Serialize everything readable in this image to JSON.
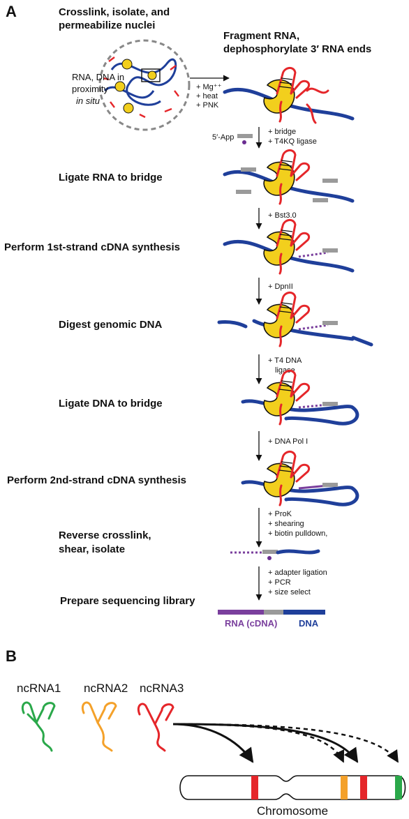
{
  "panel_a": {
    "label": "A",
    "top_left_title_line1": "Crosslink, isolate, and",
    "top_left_title_line2": "permeabilize nuclei",
    "top_right_title_line1": "Fragment RNA,",
    "top_right_title_line2": "dephosphorylate 3′ RNA ends",
    "nucleus_caption_line1": "RNA, DNA in",
    "nucleus_caption_line2": "proximity",
    "nucleus_caption_line3": "in situ",
    "first_reagents": [
      "+ Mg⁺⁺",
      "+ heat",
      "+ PNK"
    ],
    "app_label": "5′-App",
    "steps": [
      {
        "title": "Ligate RNA to bridge",
        "reagents": [
          "+ bridge",
          "+ T4KQ ligase"
        ]
      },
      {
        "title": "Perform 1st-strand cDNA synthesis",
        "reagents": [
          "+ Bst3.0"
        ]
      },
      {
        "title": "Digest genomic DNA",
        "reagents": [
          "+ DpnII"
        ]
      },
      {
        "title": "Ligate DNA to bridge",
        "reagents": [
          "+ T4 DNA",
          "ligase"
        ]
      },
      {
        "title": "Perform 2nd-strand cDNA synthesis",
        "reagents": [
          "+ DNA Pol I"
        ]
      },
      {
        "title_line1": "Reverse crosslink,",
        "title_line2": "shear, isolate",
        "reagents": [
          "+ ProK",
          "+ shearing",
          "+ biotin pulldown,"
        ]
      },
      {
        "title": "Prepare sequencing library",
        "reagents": [
          "+ adapter ligation",
          "+ PCR",
          "+ size select"
        ]
      }
    ],
    "library_rna_label": "RNA (cDNA)",
    "library_dna_label": "DNA"
  },
  "panel_b": {
    "label": "B",
    "ncrnas": [
      "ncRNA1",
      "ncRNA2",
      "ncRNA3"
    ],
    "chromosome_label": "Chromosome"
  },
  "colors": {
    "dna": "#1f3f9a",
    "rna": "#e5262a",
    "protein": "#f2cf1d",
    "bridge": "#9a9a9a",
    "cdna": "#7a3f9d",
    "ncrna1": "#2aa84a",
    "ncrna2": "#f4a12a",
    "ncrna3": "#e5262a"
  }
}
